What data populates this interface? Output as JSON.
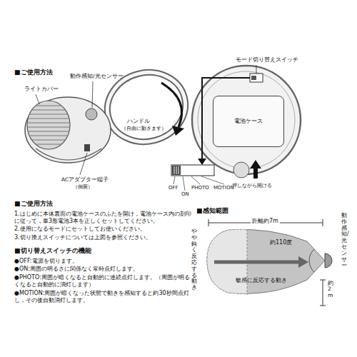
{
  "diagram": {
    "nodes": [
      {
        "text": [
          "電池ケース"
        ]
      }
    ],
    "labels": [
      "■ご使用方法",
      "ライトカバー",
      "動作感知/光センサー",
      "ハンドル",
      "（自由に動きます）",
      "ACアダプター端子",
      "（側面）",
      "モード切り替えスイッチ",
      "押しながら開ける",
      "OFF",
      "ON",
      "PHOTO",
      "MOTION",
      "■ご使用方法",
      "1.はじめに本体裏面の電池ケースのふたを開け，電池ケース内の刻印に従って，単3形電池3本を正しくセットしてください。",
      "2.使用になるモードにセットしてお使いください。",
      "3.切り換えスイッチについては上図を参照ください。",
      "■切り替えスイッチの機能",
      "●OFF:電源を切ります。",
      "●ON:周囲の明るさに関係なく常時点灯します。",
      "●PHOTO:周囲が暗くなると自動的に連続点灯します。（周囲が明るくなると自動的に消灯します）",
      "●MOTION:周囲が暗くなった状態で動きを感知すると約30秒間点灯し，その後自動消灯します。",
      "■感知範囲",
      "距離約7m",
      "約110度",
      "やや鈍く反応する動き",
      "敏感に反応する動き",
      "動作感知/光センサー",
      "約2m"
    ]
  }
}
